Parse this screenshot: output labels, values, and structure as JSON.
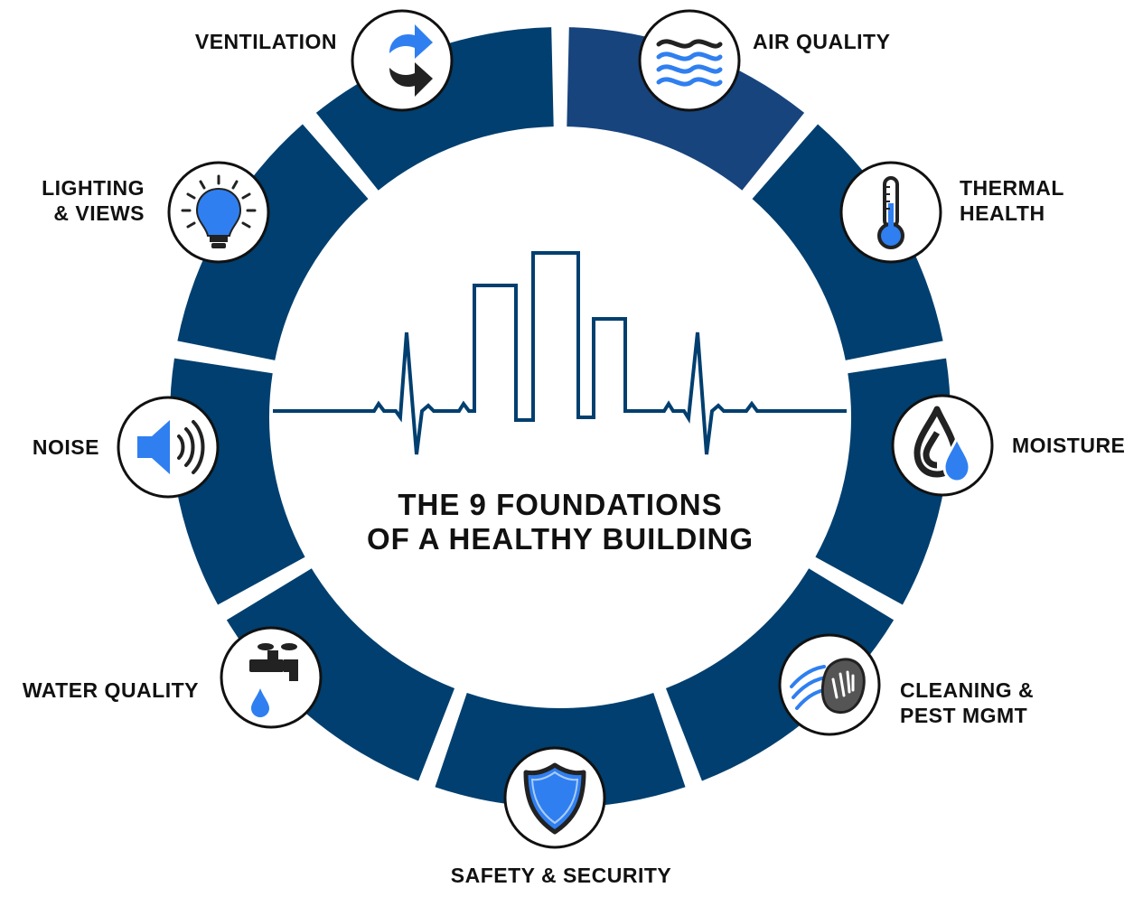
{
  "title": {
    "line1": "THE 9 FOUNDATIONS",
    "line2": "OF A HEALTHY BUILDING"
  },
  "colors": {
    "ring": "#003f6f",
    "ring_highlight": "#17447d",
    "accent_blue": "#2f7ff0",
    "icon_dark": "#222222"
  },
  "foundations": [
    {
      "id": "air-quality",
      "lines": [
        "AIR QUALITY"
      ],
      "icon": "waves-icon"
    },
    {
      "id": "thermal-health",
      "lines": [
        "THERMAL",
        "HEALTH"
      ],
      "icon": "thermometer-icon"
    },
    {
      "id": "moisture",
      "lines": [
        "MOISTURE"
      ],
      "icon": "water-drops-icon"
    },
    {
      "id": "cleaning",
      "lines": [
        "CLEANING &",
        "PEST MGMT"
      ],
      "icon": "wiping-hand-icon"
    },
    {
      "id": "safety",
      "lines": [
        "SAFETY & SECURITY"
      ],
      "icon": "shield-icon"
    },
    {
      "id": "water-quality",
      "lines": [
        "WATER QUALITY"
      ],
      "icon": "faucet-icon"
    },
    {
      "id": "noise",
      "lines": [
        "NOISE"
      ],
      "icon": "speaker-icon"
    },
    {
      "id": "lighting",
      "lines": [
        "LIGHTING",
        "& VIEWS"
      ],
      "icon": "lightbulb-icon"
    },
    {
      "id": "ventilation",
      "lines": [
        "VENTILATION"
      ],
      "icon": "ventilation-arrows-icon"
    }
  ]
}
